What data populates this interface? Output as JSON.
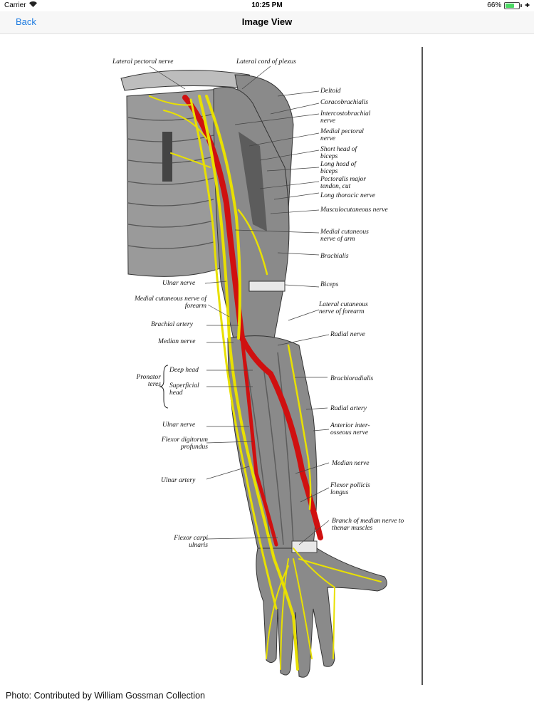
{
  "status": {
    "carrier": "Carrier",
    "time": "10:25 PM",
    "battery": "66%",
    "battery_level": 0.66,
    "wifi_icon": "wifi-icon",
    "battery_icon": "battery-icon"
  },
  "nav": {
    "back_label": "Back",
    "title": "Image View"
  },
  "figure": {
    "labels": {
      "lateral_pectoral_nerve": "Lateral pectoral nerve",
      "lateral_cord": "Lateral cord of plexus",
      "deltoid": "Deltoid",
      "coracobrachialis": "Coracobrachialis",
      "intercostobrachial": "Intercostobrachial nerve",
      "medial_pectoral": "Medial pectoral nerve",
      "short_head_biceps": "Short head of biceps",
      "long_head_biceps": "Long head of biceps",
      "pectoralis_major": "Pectoralis major tendon, cut",
      "long_thoracic": "Long thoracic nerve",
      "musculocutaneous": "Musculocutaneous nerve",
      "medial_cutaneous_arm": "Medial cutaneous nerve of arm",
      "brachialis": "Brachialis",
      "ulnar_nerve_upper": "Ulnar nerve",
      "biceps": "Biceps",
      "medial_cutaneous_forearm": "Medial cutaneous nerve of forearm",
      "lateral_cutaneous_forearm": "Lateral cutaneous nerve of forearm",
      "brachial_artery": "Brachial artery",
      "radial_nerve": "Radial nerve",
      "median_nerve_upper": "Median nerve",
      "pronator_teres": "Pronator teres",
      "deep_head": "Deep head",
      "superficial_head": "Superficial head",
      "brachioradialis": "Brachioradialis",
      "radial_artery": "Radial artery",
      "ulnar_nerve_lower": "Ulnar nerve",
      "anterior_interosseous": "Anterior inter-osseous nerve",
      "flexor_digitorum_profundus": "Flexor digitorum profundus",
      "median_nerve_lower": "Median nerve",
      "ulnar_artery": "Ulnar artery",
      "flexor_pollicis_longus": "Flexor pollicis longus",
      "branch_median_thenar": "Branch of median nerve to thenar muscles",
      "flexor_carpi_ulnaris": "Flexor carpi ulnaris"
    },
    "colors": {
      "nerve": "#e8e000",
      "artery": "#d01010",
      "muscle": "#8a8a8a",
      "muscle_dark": "#5c5c5c",
      "skin_outline": "#333333"
    }
  },
  "caption": "Photo: Contributed by William Gossman Collection"
}
